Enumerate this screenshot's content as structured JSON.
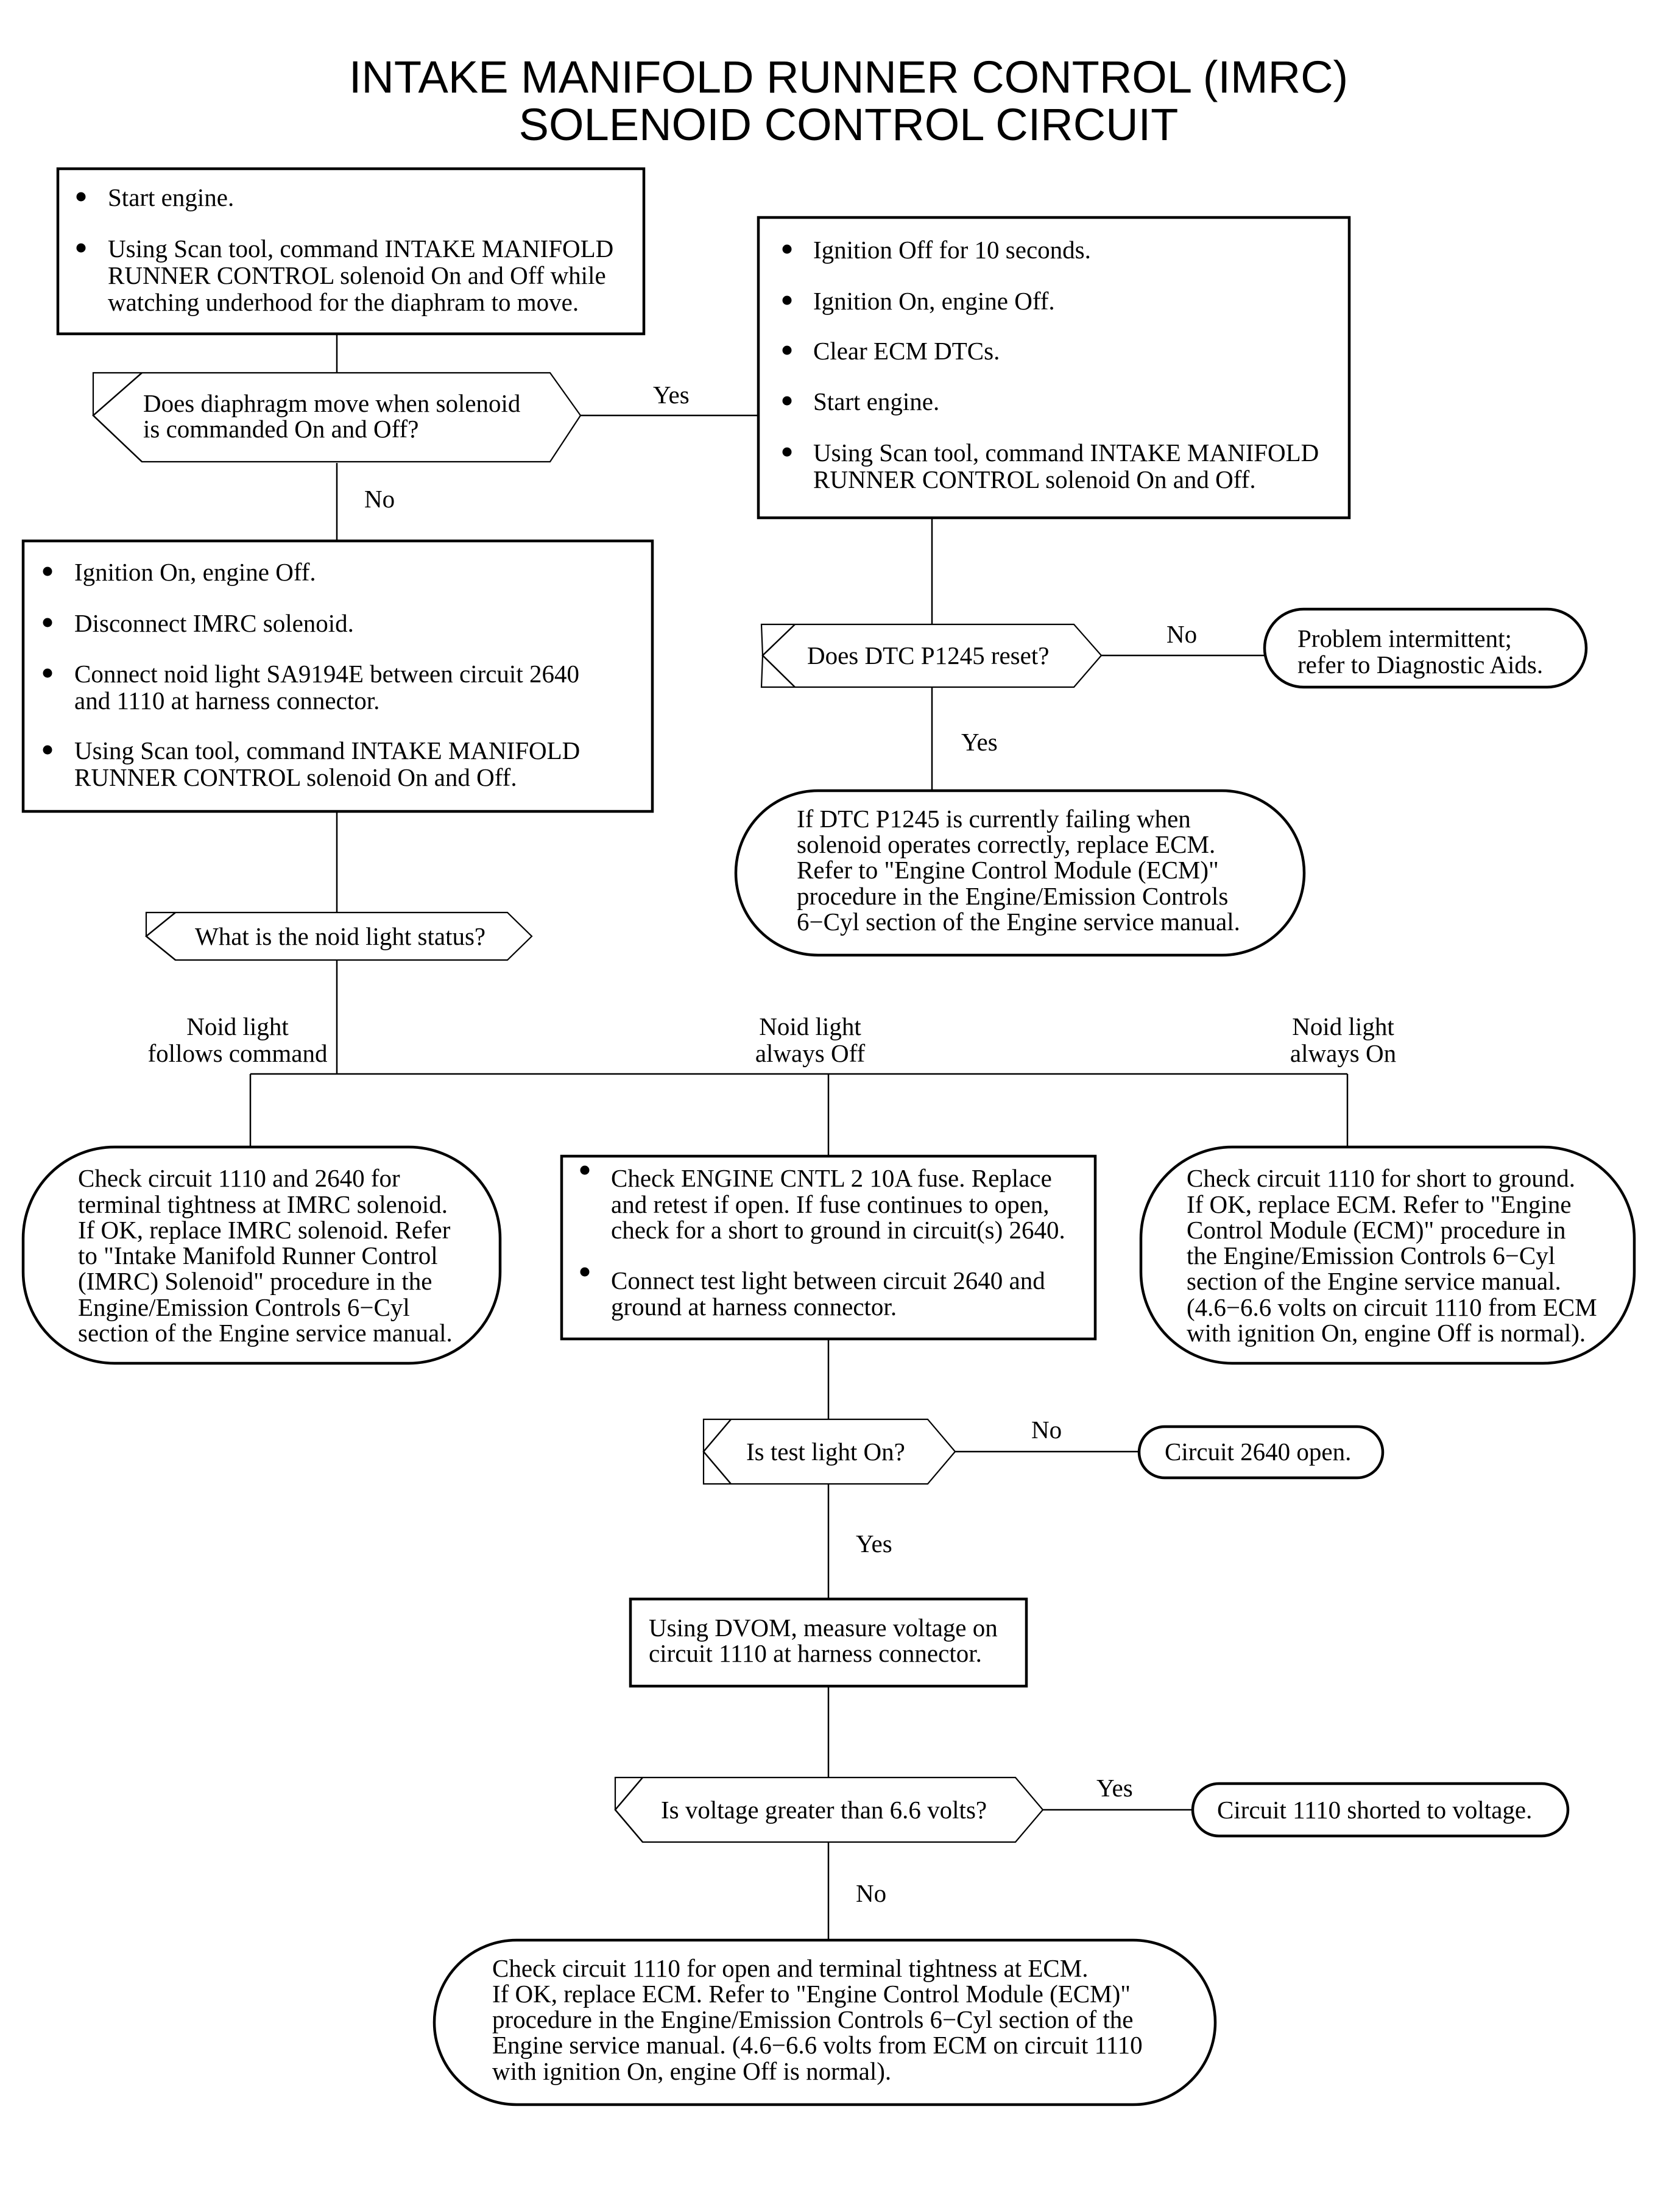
{
  "title": {
    "line1": "INTAKE MANIFOLD RUNNER CONTROL (IMRC)",
    "line2": "SOLENOID CONTROL CIRCUIT"
  },
  "box1": {
    "items": [
      [
        "Start engine."
      ],
      [
        "Using Scan tool, command INTAKE MANIFOLD",
        "RUNNER CONTROL solenoid On and Off while",
        "watching underhood for the diaphram to move."
      ]
    ]
  },
  "q1": {
    "lines": [
      "Does diaphragm move when solenoid",
      "is commanded On and Off?"
    ],
    "yes": "Yes",
    "no": "No"
  },
  "box2": {
    "items": [
      [
        "Ignition Off for 10 seconds."
      ],
      [
        "Ignition On, engine Off."
      ],
      [
        "Clear ECM DTCs."
      ],
      [
        "Start engine."
      ],
      [
        "Using Scan tool, command INTAKE MANIFOLD",
        "RUNNER CONTROL solenoid On and Off."
      ]
    ]
  },
  "box3": {
    "items": [
      [
        "Ignition On, engine Off."
      ],
      [
        "Disconnect IMRC solenoid."
      ],
      [
        "Connect noid light SA9194E between circuit 2640",
        "and 1110 at harness connector."
      ],
      [
        "Using Scan tool, command INTAKE MANIFOLD",
        "RUNNER CONTROL solenoid On and Off."
      ]
    ]
  },
  "q2": {
    "lines": [
      "Does DTC P1245 reset?"
    ],
    "no": "No",
    "yes": "Yes"
  },
  "t_intermittent": {
    "lines": [
      "Problem intermittent;",
      "refer to Diagnostic Aids."
    ]
  },
  "t_replace_ecm": {
    "lines": [
      "If DTC P1245 is currently failing when",
      "solenoid operates correctly, replace ECM.",
      "Refer to \"Engine Control Module (ECM)\"",
      "procedure in the Engine/Emission Controls",
      "6−Cyl section of the Engine service manual."
    ]
  },
  "q3": {
    "lines": [
      "What is the noid light status?"
    ],
    "branch_follows": [
      "Noid light",
      "follows command"
    ],
    "branch_off": [
      "Noid light",
      "always Off"
    ],
    "branch_on": [
      "Noid light",
      "always On"
    ]
  },
  "t_follows": {
    "lines": [
      "Check circuit 1110 and 2640 for",
      "terminal tightness at IMRC solenoid.",
      "If OK, replace IMRC solenoid. Refer",
      "to \"Intake Manifold Runner Control",
      "(IMRC) Solenoid\" procedure in the",
      "Engine/Emission Controls 6−Cyl",
      "section of the Engine service manual."
    ]
  },
  "box4": {
    "items": [
      [
        "Check ENGINE CNTL 2 10A fuse. Replace",
        "and retest if open. If fuse continues to open,",
        "check for a short to ground in circuit(s) 2640."
      ],
      [
        "Connect test light between circuit 2640 and",
        "ground at harness connector."
      ]
    ]
  },
  "t_always_on": {
    "lines": [
      "Check circuit 1110 for short to ground.",
      "If OK, replace ECM. Refer to \"Engine",
      "Control Module (ECM)\" procedure in",
      "the Engine/Emission Controls 6−Cyl",
      "section of the Engine service manual.",
      "(4.6−6.6 volts on circuit 1110 from ECM",
      "with ignition On, engine Off is normal)."
    ]
  },
  "q4": {
    "lines": [
      "Is test light On?"
    ],
    "no": "No",
    "yes": "Yes"
  },
  "t_2640_open": {
    "lines": [
      "Circuit 2640 open."
    ]
  },
  "box5": {
    "lines": [
      "Using DVOM, measure voltage on",
      "circuit 1110 at harness connector."
    ]
  },
  "q5": {
    "lines": [
      "Is voltage greater than 6.6 volts?"
    ],
    "yes": "Yes",
    "no": "No"
  },
  "t_shorted": {
    "lines": [
      "Circuit 1110 shorted to voltage."
    ]
  },
  "t_final": {
    "lines": [
      "Check circuit 1110 for open and terminal tightness at ECM.",
      "If OK, replace ECM. Refer to \"Engine Control Module (ECM)\"",
      "procedure in the Engine/Emission Controls 6−Cyl section of the",
      "Engine service manual. (4.6−6.6 volts from ECM on circuit 1110",
      "with ignition On, engine Off is normal)."
    ]
  }
}
